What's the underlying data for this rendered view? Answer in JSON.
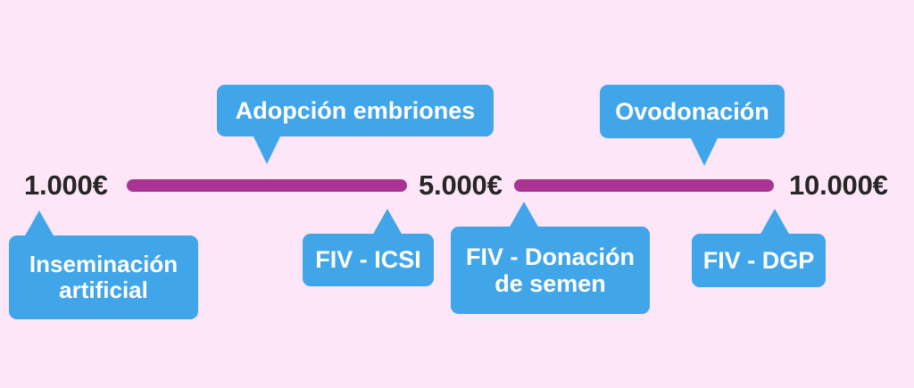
{
  "infographic": {
    "background_color": "#fde6f7",
    "bubble_color": "#41a5ea",
    "bar_color": "#a93493",
    "price_text_color": "#262626",
    "scale": {
      "labels": [
        {
          "id": "min",
          "text": "1.000€"
        },
        {
          "id": "mid",
          "text": "5.000€"
        },
        {
          "id": "max",
          "text": "10.000€"
        }
      ],
      "segments": [
        {
          "id": "segment-1000-5000",
          "from": "1.000€",
          "to": "5.000€"
        },
        {
          "id": "segment-5000-10000",
          "from": "5.000€",
          "to": "10.000€"
        }
      ]
    },
    "treatments": [
      {
        "id": "inseminacion-artificial",
        "label": "Inseminación\nartificial",
        "position": "below",
        "approx_price": "1.000€"
      },
      {
        "id": "adopcion-embriones",
        "label": "Adopción embriones",
        "position": "above",
        "approx_price": "2.500€"
      },
      {
        "id": "fiv-icsi",
        "label": "FIV - ICSI",
        "position": "below",
        "approx_price": "4.000€"
      },
      {
        "id": "fiv-donacion-de-semen",
        "label": "FIV - Donación\nde semen",
        "position": "below",
        "approx_price": "5.200€"
      },
      {
        "id": "ovodonacion",
        "label": "Ovodonación",
        "position": "above",
        "approx_price": "8.000€"
      },
      {
        "id": "fiv-dgp",
        "label": "FIV - DGP",
        "position": "below",
        "approx_price": "9.200€"
      }
    ]
  }
}
